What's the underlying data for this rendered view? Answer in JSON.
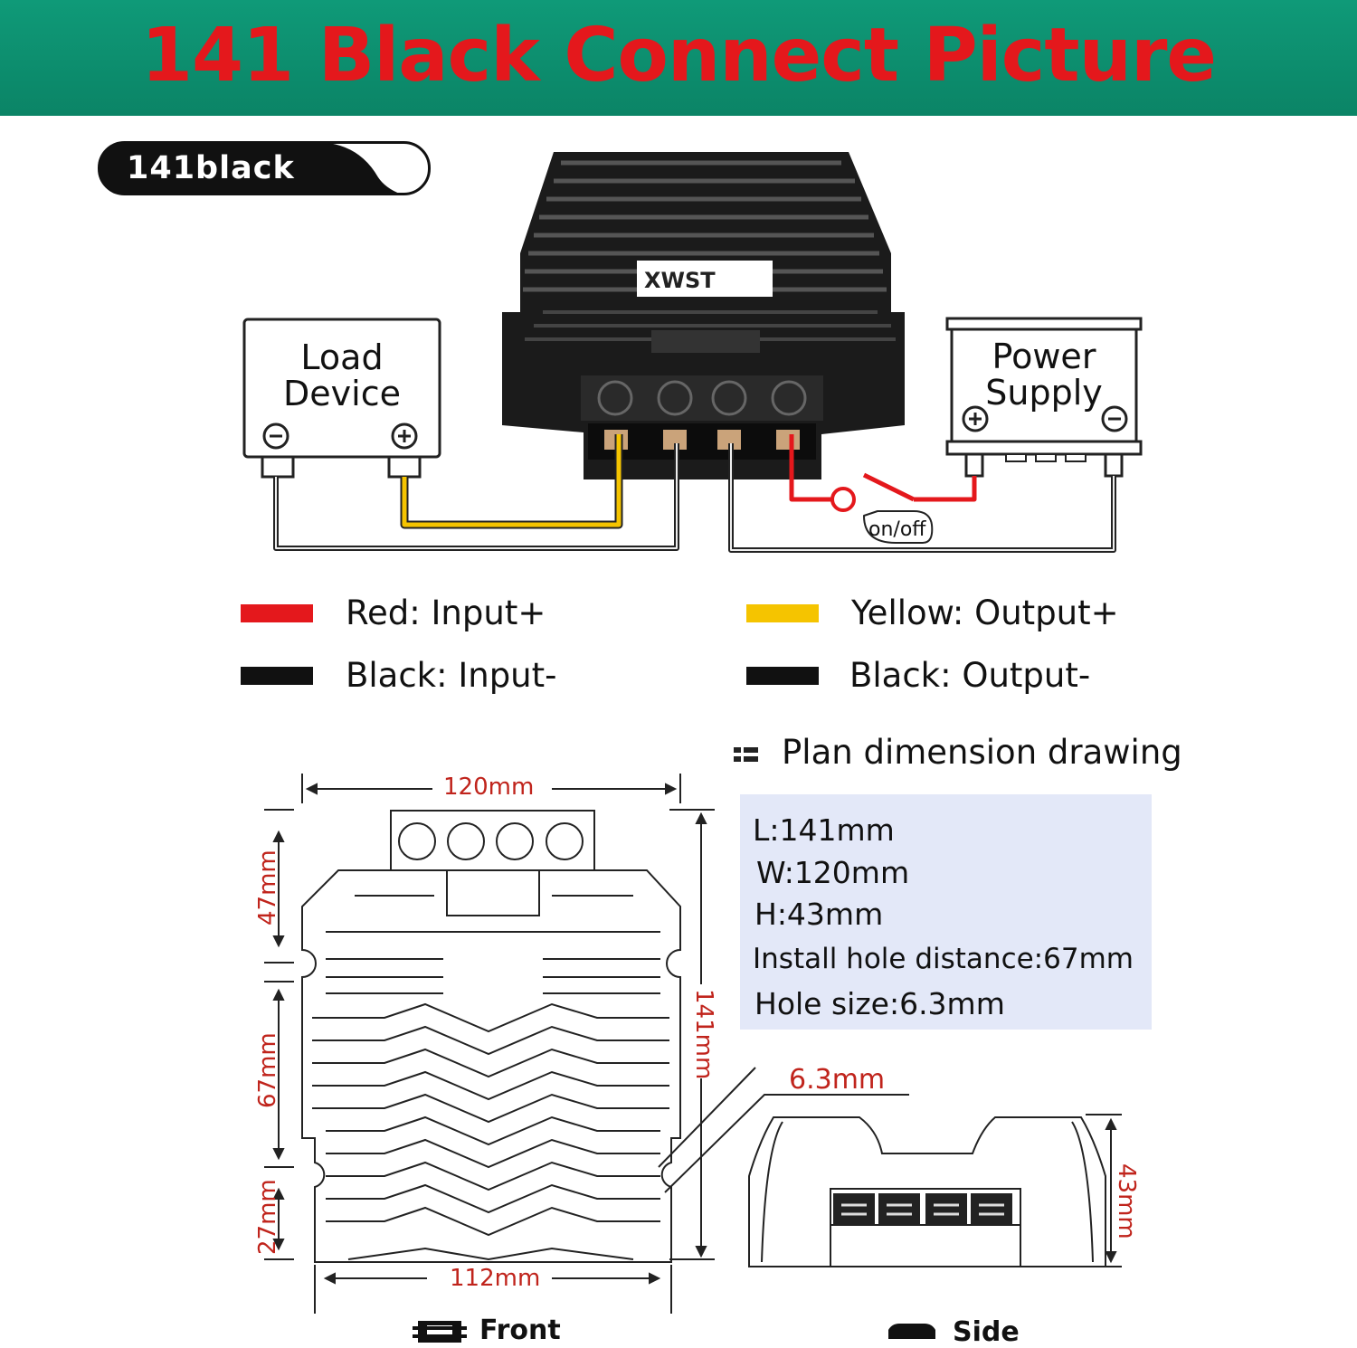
{
  "banner": {
    "title": "141 Black Connect Picture",
    "background": "#0f9a78",
    "title_color": "#e4181c"
  },
  "model_tag": {
    "label": "141black"
  },
  "converter": {
    "brand": "XWST"
  },
  "load_device": {
    "label_line1": "Load",
    "label_line2": "Device"
  },
  "power_supply": {
    "label_line1": "Power",
    "label_line2": "Supply"
  },
  "switch": {
    "label": "on/off"
  },
  "legend": [
    {
      "color": "#e4181c",
      "label": "Red: Input+"
    },
    {
      "color": "#f5c400",
      "label": "Yellow: Output+"
    },
    {
      "color": "#111111",
      "label": "Black: Input-"
    },
    {
      "color": "#111111",
      "label": "Black: Output-"
    }
  ],
  "plan": {
    "title": "Plan dimension drawing",
    "icon": "dimension-icon",
    "specs": [
      "L:141mm",
      "W:120mm",
      "H:43mm",
      "Install hole distance:67mm",
      "Hole size:6.3mm"
    ]
  },
  "dimensions": {
    "width_top": "120mm",
    "width_bottom": "112mm",
    "length": "141mm",
    "top_section": "47mm",
    "middle_section": "67mm",
    "bottom_section": "27mm",
    "hole": "6.3mm",
    "height": "43mm"
  },
  "views": {
    "front": "Front",
    "side": "Side"
  },
  "wire_colors": {
    "red": "#e4181c",
    "yellow": "#f5c400",
    "black": "#222222"
  }
}
